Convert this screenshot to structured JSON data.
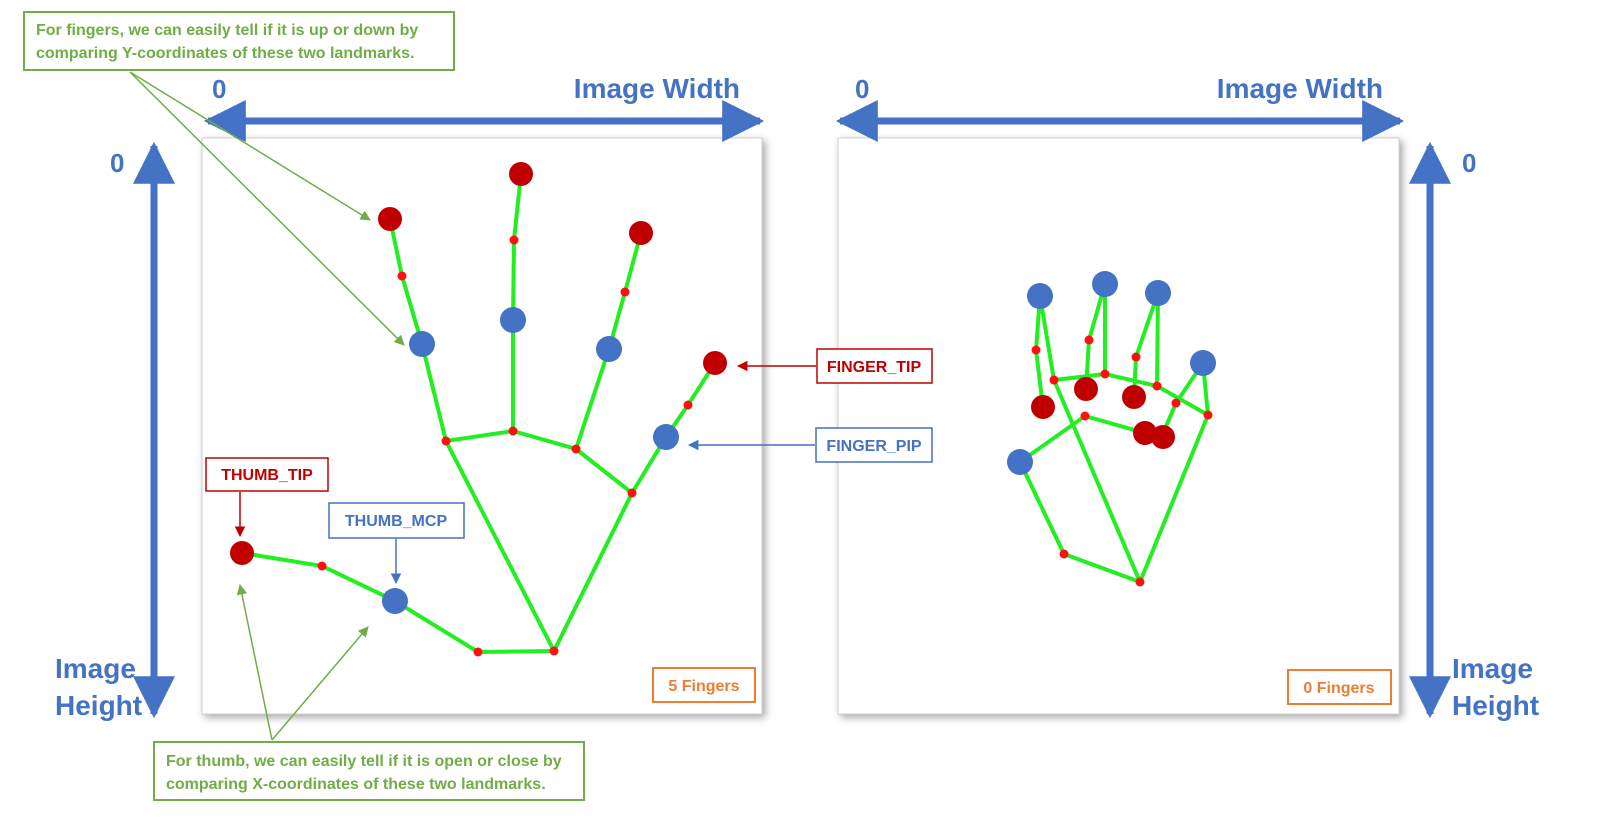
{
  "top_note": {
    "line1": "For fingers, we can easily tell if it is up or down by",
    "line2": "comparing Y-coordinates of these two landmarks."
  },
  "bottom_note": {
    "line1": "For thumb, we can easily tell if it is open or close by",
    "line2": "comparing X-coordinates of these two landmarks."
  },
  "left_panel": {
    "x_axis_zero": "0",
    "x_axis_label": "Image Width",
    "y_axis_zero": "0",
    "y_axis_label_line1": "Image",
    "y_axis_label_line2": "Height",
    "count_label": "5 Fingers"
  },
  "right_panel": {
    "x_axis_zero": "0",
    "x_axis_label": "Image Width",
    "y_axis_zero": "0",
    "y_axis_label_line1": "Image",
    "y_axis_label_line2": "Height",
    "count_label": "0 Fingers"
  },
  "callouts": {
    "finger_tip": "FINGER_TIP",
    "finger_pip": "FINGER_PIP",
    "thumb_tip": "THUMB_TIP",
    "thumb_mcp": "THUMB_MCP"
  },
  "colors": {
    "axis_blue": "#4472c4",
    "tip_red": "#c00000",
    "skeleton_green": "#22ee22",
    "note_green": "#70ad47",
    "count_orange": "#ed7d31"
  }
}
